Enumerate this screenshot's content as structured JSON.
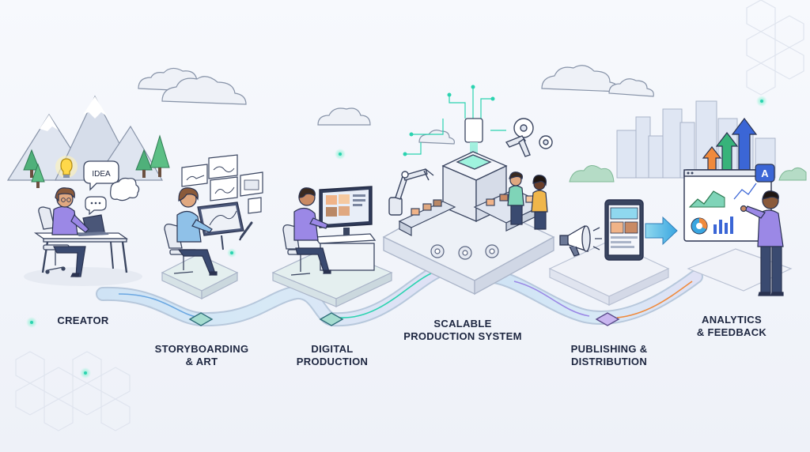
{
  "idea_bubble": "IDEA",
  "stages": [
    {
      "id": "creator",
      "lines": [
        "CREATOR"
      ]
    },
    {
      "id": "storyboarding",
      "lines": [
        "STORYBOARDING",
        "& ART"
      ]
    },
    {
      "id": "digital-production",
      "lines": [
        "DIGITAL",
        "PRODUCTION"
      ]
    },
    {
      "id": "scalable-production",
      "lines": [
        "SCALABLE",
        "PRODUCTION SYSTEM"
      ]
    },
    {
      "id": "publishing",
      "lines": [
        "PUBLISHING &",
        "DISTRIBUTION"
      ]
    },
    {
      "id": "analytics",
      "lines": [
        "ANALYTICS",
        "& FEEDBACK"
      ]
    }
  ],
  "analytics_badge": "A",
  "colors": {
    "accent": "#2bd3b0",
    "skin": "#c98a64",
    "skin_dark": "#6b3f2a",
    "shirt_purple": "#9b88e6",
    "shirt_blue": "#8fc1e8",
    "shirt_teal": "#7fd4b8",
    "arrow_orange": "#f08a3c",
    "arrow_green": "#37b37a",
    "arrow_blue": "#3b66d6"
  }
}
